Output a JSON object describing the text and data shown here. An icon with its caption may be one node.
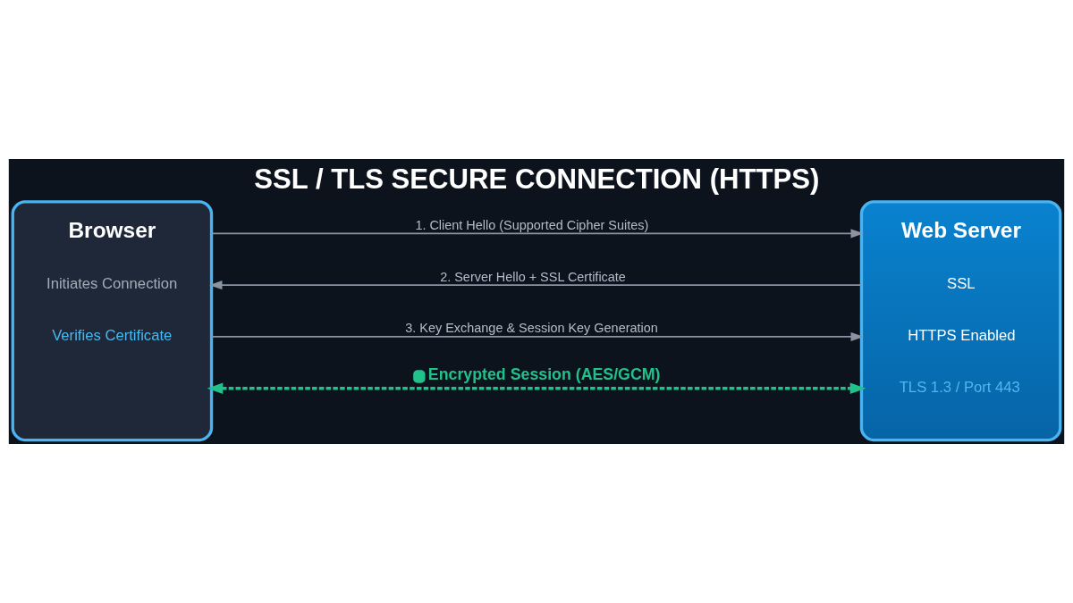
{
  "diagram": {
    "title": "SSL / TLS SECURE CONNECTION (HTTPS)",
    "nodes": [
      {
        "text": [
          "Browser",
          "Initiates Connection",
          "Verifies Certificate"
        ]
      },
      {
        "text": [
          "Web Server",
          "SSL",
          "HTTPS Enabled",
          "TLS 1.3 / Port 443"
        ]
      }
    ],
    "edges": [
      {
        "from": 0,
        "to": 1,
        "arrow": "to",
        "label": "1. Client Hello (Supported Cipher Suites)"
      },
      {
        "from": 1,
        "to": 0,
        "arrow": "to",
        "label": "2. Server Hello + SSL Certificate"
      },
      {
        "from": 0,
        "to": 1,
        "arrow": "to",
        "label": "3. Key Exchange & Session Key Generation"
      },
      {
        "from": 0,
        "to": 1,
        "arrow": "both",
        "label": "Encrypted Session (AES/GCM)",
        "style": "dashed",
        "color": "#22c08a"
      }
    ]
  }
}
